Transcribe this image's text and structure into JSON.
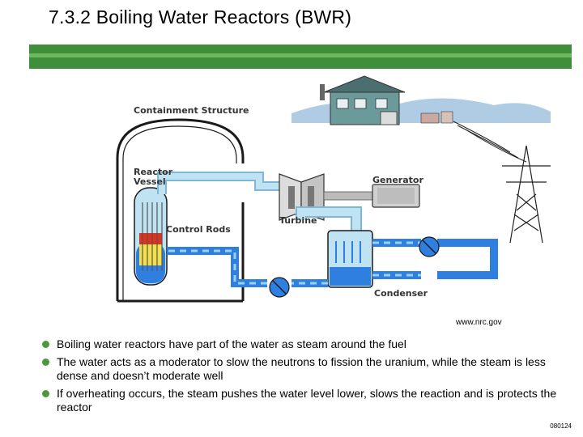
{
  "slide": {
    "title": "7.3.2 Boiling Water Reactors (BWR)",
    "credit": "www.nrc.gov",
    "number": "080124"
  },
  "diagram": {
    "labels": {
      "containment": "Containment Structure",
      "reactor_vessel_line1": "Reactor",
      "reactor_vessel_line2": "Vessel",
      "generator": "Generator",
      "turbine": "Turbine",
      "control_rods": "Control Rods",
      "condenser": "Condenser"
    },
    "colors": {
      "water": "#2f7fe0",
      "steam": "#bfe3f3",
      "fuel_hot": "#e03020",
      "fuel_yellow": "#f2e04a",
      "accent_bar": "#3f8f3a"
    }
  },
  "bullets": [
    "Boiling water reactors have part of the water as steam around the fuel",
    "The water acts as a moderator to slow the neutrons to fission the uranium, while the steam is less dense and doesn’t moderate well",
    "If overheating occurs, the steam pushes the water level lower, slows the reaction and is protects the reactor"
  ]
}
